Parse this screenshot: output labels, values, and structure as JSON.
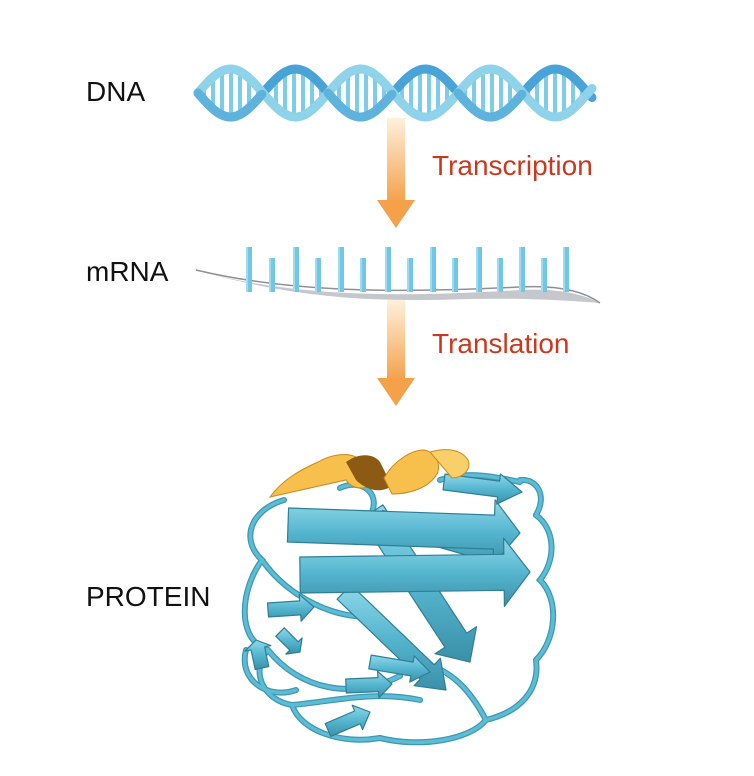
{
  "colors": {
    "helix_light": "#8ed3ea",
    "helix_dark": "#4aa3d6",
    "base_pair": "#6fc6e6",
    "arrow_top": "#ffe2bf",
    "arrow_bottom": "#f4a14a",
    "process_text": "#c8391f",
    "protein_sheet": "#5bbcd4",
    "protein_sheet_dark": "#3d9bb5",
    "protein_helix": "#f7bf4b",
    "protein_helix_dark": "#8c5a12",
    "mrna_backbone": "#c4c7cc"
  },
  "labels": {
    "dna": "DNA",
    "mrna": "mRNA",
    "protein": "PROTEIN"
  },
  "processes": {
    "transcription": "Transcription",
    "translation": "Translation"
  },
  "icons": {
    "dna": "dna-double-helix-icon",
    "mrna": "mrna-strand-icon",
    "protein": "protein-ribbon-structure-icon",
    "arrow": "down-arrow-icon"
  }
}
